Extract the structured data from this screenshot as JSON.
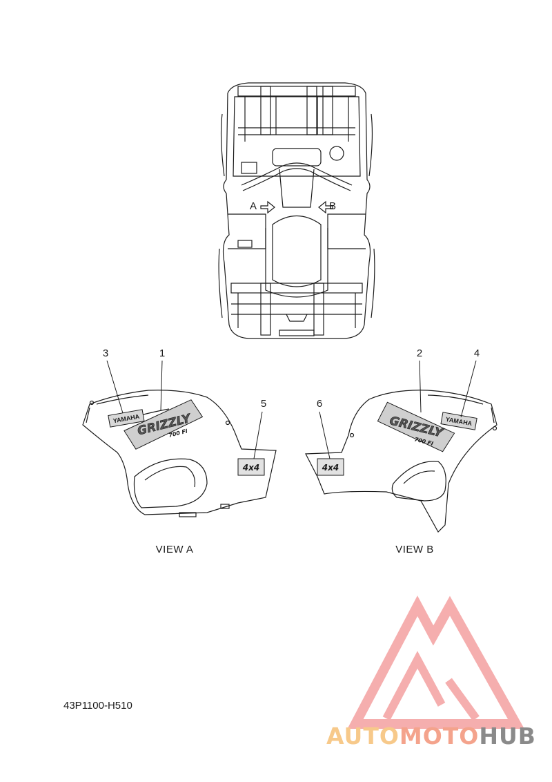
{
  "top_view": {
    "arrow_a_label": "A",
    "arrow_b_label": "B"
  },
  "callouts": {
    "c1": "1",
    "c2": "2",
    "c3": "3",
    "c4": "4",
    "c5": "5",
    "c6": "6"
  },
  "views": {
    "view_a": "VIEW A",
    "view_b": "VIEW B"
  },
  "decals": {
    "brand_text": "YAMAHA",
    "model_text": "GRIZZLY",
    "sub_model_text": "700 FI",
    "badge_text": "4x4"
  },
  "part_number": "43P1100-H510",
  "watermark": {
    "part1": "AUTO",
    "part2": "MOTO",
    "part3": "HUB",
    "colors": {
      "auto": "#f7c98a",
      "moto": "#f4a38c",
      "hub": "#8a8a8a",
      "logo": "#f4a0a0"
    }
  }
}
